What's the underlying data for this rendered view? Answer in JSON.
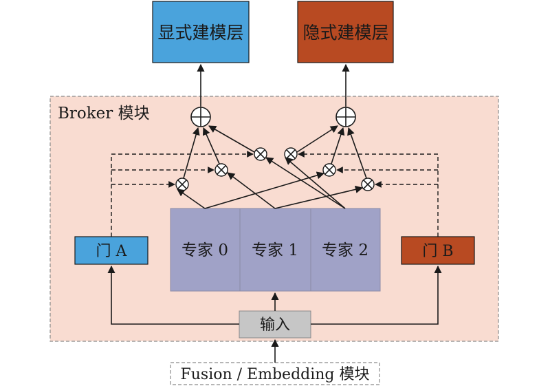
{
  "top": {
    "explicit_label": "显式建模层",
    "implicit_label": "隐式建模层",
    "explicit_color": "#4aa3dc",
    "implicit_color": "#b84a22"
  },
  "broker": {
    "label": "Broker 模块",
    "bg_color": "#f9dcd1"
  },
  "experts": {
    "items": [
      "专家 0",
      "专家 1",
      "专家 2"
    ],
    "color": "#a0a2c7"
  },
  "gates": {
    "a_label": "门 A",
    "b_label": "门 B"
  },
  "input": {
    "label": "输入",
    "color": "#c6c6c6"
  },
  "source": {
    "label": "Fusion / Embedding 模块"
  },
  "icons": {
    "sum": "circle-plus-icon",
    "multiply": "circle-times-icon"
  }
}
